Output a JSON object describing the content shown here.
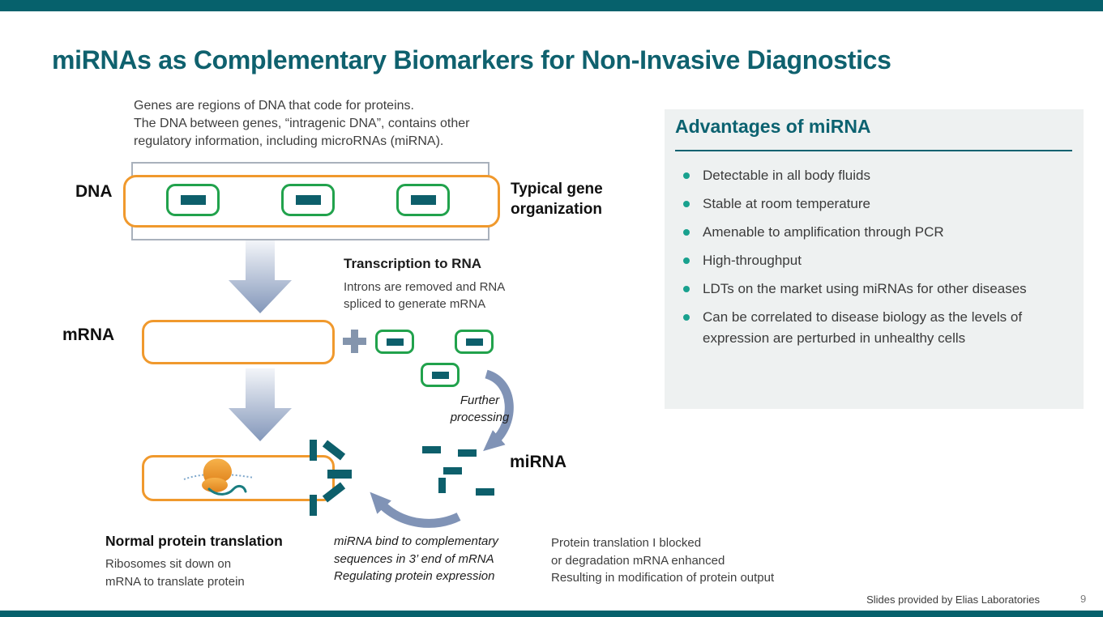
{
  "slide": {
    "title": "miRNAs as Complementary Biomarkers for Non-Invasive Diagnostics",
    "footer_credit": "Slides provided by Elias Laboratories",
    "page_number": "9"
  },
  "intro": {
    "line1": "Genes are regions of DNA that code for proteins.",
    "line2": "The DNA between genes, “intragenic DNA”, contains other",
    "line3": "regulatory information, including microRNAs (miRNA)."
  },
  "diagram": {
    "dna_label": "DNA",
    "typical_gene_line1": "Typical gene",
    "typical_gene_line2": "organization",
    "transcription_heading": "Transcription to RNA",
    "transcription_sub_line1": "Introns are removed and RNA",
    "transcription_sub_line2": "spliced to generate mRNA",
    "mrna_label": "mRNA",
    "further_processing_line1": "Further",
    "further_processing_line2": "processing",
    "mirna_label": "miRNA",
    "normal_translation_heading": "Normal protein translation",
    "normal_translation_sub_line1": "Ribosomes sit down on",
    "normal_translation_sub_line2": "mRNA to translate protein",
    "mirna_bind_line1": "miRNA bind to complementary",
    "mirna_bind_line2": "sequences in 3’ end of mRNA",
    "mirna_bind_line3": "Regulating protein expression",
    "blocked_line1": "Protein translation I blocked",
    "blocked_line2": "or degradation mRNA enhanced",
    "blocked_line3": "Resulting in modification of protein output"
  },
  "advantages_panel": {
    "title": "Advantages of miRNA",
    "items": [
      "Detectable in all body fluids",
      "Stable at room temperature",
      "Amenable to amplification through PCR",
      "High-throughput",
      "LDTs on the market using miRNAs for other diseases",
      "Can be correlated to disease biology as the levels of expression are perturbed in unhealthy cells"
    ]
  },
  "icons": {
    "down-arrow-icon": "gradient down arrow polygon",
    "curved-arrow-icon": "slate curved swoosh arrow",
    "plus-icon": "thick gray plus",
    "ribosome-icon": "orange ribosome on mRNA strand",
    "exon-dash-icon": "teal dash inside green rounded box",
    "mirna-dash-icon": "small teal dash"
  },
  "colors": {
    "accent_teal_bar": "#06616c",
    "title_teal": "#0f616e",
    "orange_outline": "#f0992d",
    "green_outline": "#21a24c",
    "dark_teal_dash": "#0d5f6b",
    "arrow_slate": "#8093b6",
    "panel_background": "#eef1f1",
    "bullet_dot": "#18a18e",
    "body_text": "#3b3b3b",
    "gray_boundary": "#a9b1bc"
  }
}
